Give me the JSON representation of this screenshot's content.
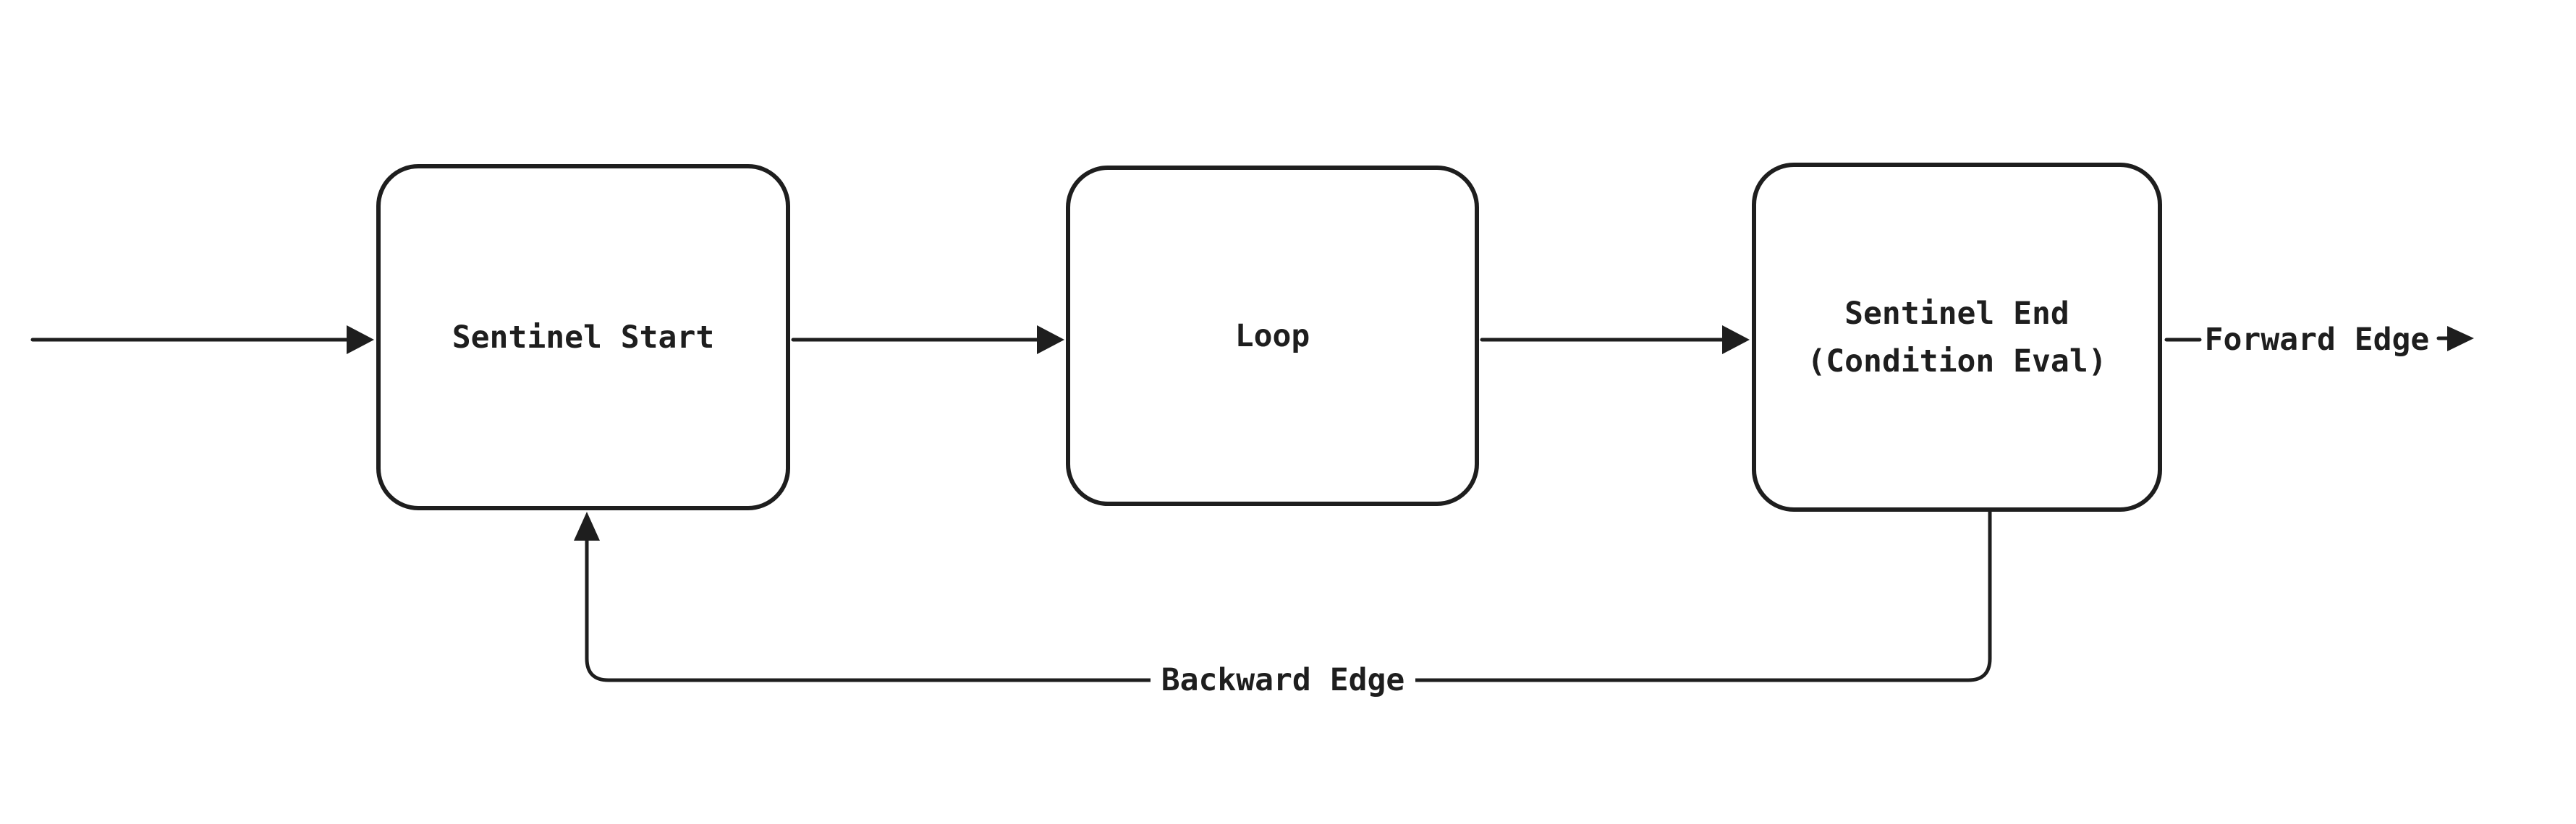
{
  "diagram": {
    "type": "flowchart",
    "background_color": "#ffffff",
    "stroke_color": "#1e1e1e",
    "nodes": [
      {
        "id": "sentinel-start",
        "label": "Sentinel Start"
      },
      {
        "id": "loop",
        "label": "Loop"
      },
      {
        "id": "sentinel-end",
        "label_line1": "Sentinel End",
        "label_line2": "(Condition Eval)"
      }
    ],
    "edges": {
      "forward": {
        "label": "Forward Edge",
        "direction": "right"
      },
      "backward": {
        "label": "Backward Edge",
        "direction": "left-up"
      }
    }
  }
}
